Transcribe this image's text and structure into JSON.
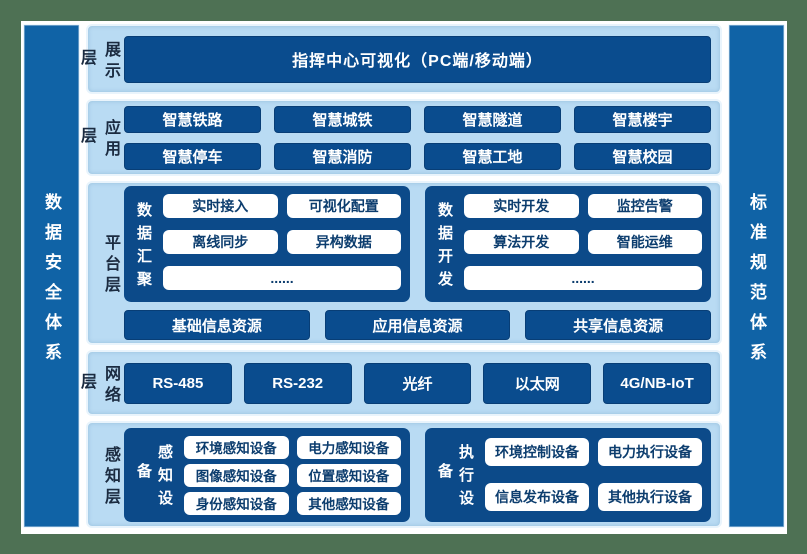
{
  "colors": {
    "background_green": "#4e7154",
    "panel_light_blue": "#b9dbf3",
    "dark_blue": "#0a4c8e",
    "subpanel_blue": "#0c4a89",
    "sidebar_blue": "#1063a6",
    "chip_text": "#0c3d6e"
  },
  "sidebars": {
    "left": "数据安全体系",
    "right": "标准规范体系"
  },
  "layers": {
    "display": {
      "label": "展示层",
      "bar": "指挥中心可视化（PC端/移动端）"
    },
    "application": {
      "label": "应用层",
      "items": [
        "智慧铁路",
        "智慧城铁",
        "智慧隧道",
        "智慧楼宇",
        "智慧停车",
        "智慧消防",
        "智慧工地",
        "智慧校园"
      ]
    },
    "platform": {
      "label": "平台层",
      "groups": [
        {
          "label": "数据汇聚",
          "chips": [
            "实时接入",
            "可视化配置",
            "离线同步",
            "异构数据"
          ],
          "more": "......"
        },
        {
          "label": "数据开发",
          "chips": [
            "实时开发",
            "监控告警",
            "算法开发",
            "智能运维"
          ],
          "more": "......"
        }
      ],
      "resources": [
        "基础信息资源",
        "应用信息资源",
        "共享信息资源"
      ]
    },
    "network": {
      "label": "网络层",
      "items": [
        "RS-485",
        "RS-232",
        "光纤",
        "以太网",
        "4G/NB-IoT"
      ]
    },
    "perception": {
      "label": "感知层",
      "groups": [
        {
          "label": "感知设备",
          "chips": [
            "环境感知设备",
            "电力感知设备",
            "图像感知设备",
            "位置感知设备",
            "身份感知设备",
            "其他感知设备"
          ]
        },
        {
          "label": "执行设备",
          "chips": [
            "环境控制设备",
            "电力执行设备",
            "信息发布设备",
            "其他执行设备"
          ]
        }
      ]
    }
  }
}
